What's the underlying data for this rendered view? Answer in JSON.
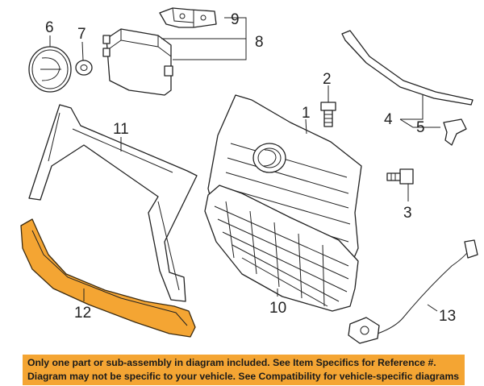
{
  "callouts": {
    "c1": "1",
    "c2": "2",
    "c3": "3",
    "c4": "4",
    "c5": "5",
    "c6": "6",
    "c7": "7",
    "c8": "8",
    "c9": "9",
    "c10": "10",
    "c11": "11",
    "c12": "12",
    "c13": "13"
  },
  "highlight_color": "#f4a533",
  "banner": {
    "line1": "Only one part or sub-assembly in diagram included. See Item Specifics for Reference #.",
    "line2": "Diagram may not be specific to your vehicle. See Compatibility for vehicle-specific diagrams."
  }
}
